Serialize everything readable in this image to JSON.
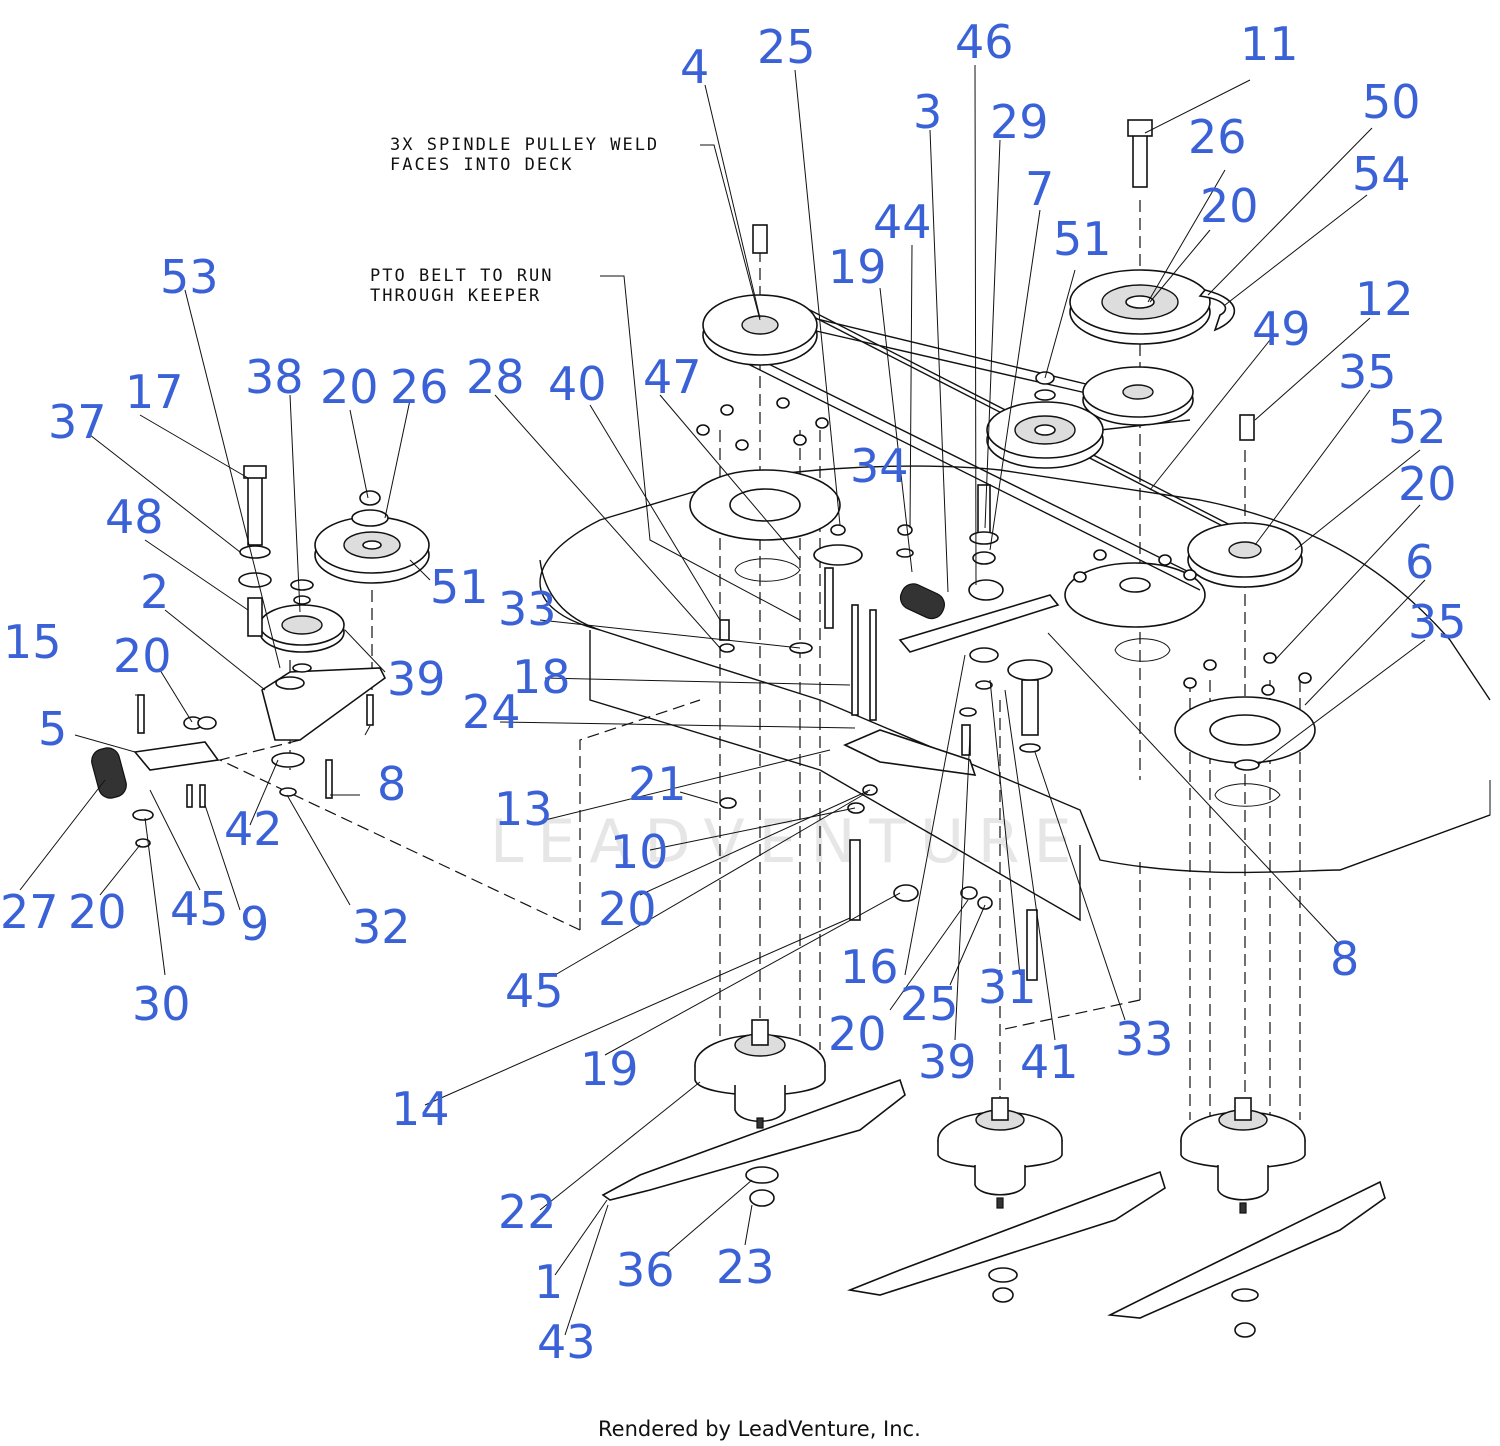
{
  "notes": {
    "spindle_line1": "3X SPINDLE PULLEY WELD",
    "spindle_line2": "FACES INTO DECK",
    "pto_line1": "PTO BELT TO RUN",
    "pto_line2": "THROUGH KEEPER"
  },
  "watermark": "LEADVENTURE",
  "footer": "Rendered by LeadVenture, Inc.",
  "colors": {
    "callout": "#3a62d6",
    "line": "#111111"
  },
  "callouts": [
    {
      "id": "c1",
      "label": "1"
    },
    {
      "id": "c2",
      "label": "2"
    },
    {
      "id": "c3",
      "label": "3"
    },
    {
      "id": "c4",
      "label": "4"
    },
    {
      "id": "c5",
      "label": "5"
    },
    {
      "id": "c6",
      "label": "6"
    },
    {
      "id": "c7",
      "label": "7"
    },
    {
      "id": "c8a",
      "label": "8"
    },
    {
      "id": "c8b",
      "label": "8"
    },
    {
      "id": "c9",
      "label": "9"
    },
    {
      "id": "c10",
      "label": "10"
    },
    {
      "id": "c11",
      "label": "11"
    },
    {
      "id": "c12",
      "label": "12"
    },
    {
      "id": "c13",
      "label": "13"
    },
    {
      "id": "c14",
      "label": "14"
    },
    {
      "id": "c15",
      "label": "15"
    },
    {
      "id": "c16",
      "label": "16"
    },
    {
      "id": "c17",
      "label": "17"
    },
    {
      "id": "c18",
      "label": "18"
    },
    {
      "id": "c19a",
      "label": "19"
    },
    {
      "id": "c19b",
      "label": "19"
    },
    {
      "id": "c20a",
      "label": "20"
    },
    {
      "id": "c20b",
      "label": "20"
    },
    {
      "id": "c20c",
      "label": "20"
    },
    {
      "id": "c20d",
      "label": "20"
    },
    {
      "id": "c20e",
      "label": "20"
    },
    {
      "id": "c20f",
      "label": "20"
    },
    {
      "id": "c20g",
      "label": "20"
    },
    {
      "id": "c21",
      "label": "21"
    },
    {
      "id": "c22",
      "label": "22"
    },
    {
      "id": "c23",
      "label": "23"
    },
    {
      "id": "c24",
      "label": "24"
    },
    {
      "id": "c25a",
      "label": "25"
    },
    {
      "id": "c25b",
      "label": "25"
    },
    {
      "id": "c26a",
      "label": "26"
    },
    {
      "id": "c26b",
      "label": "26"
    },
    {
      "id": "c27",
      "label": "27"
    },
    {
      "id": "c28",
      "label": "28"
    },
    {
      "id": "c29",
      "label": "29"
    },
    {
      "id": "c30",
      "label": "30"
    },
    {
      "id": "c31",
      "label": "31"
    },
    {
      "id": "c32",
      "label": "32"
    },
    {
      "id": "c33a",
      "label": "33"
    },
    {
      "id": "c33b",
      "label": "33"
    },
    {
      "id": "c34",
      "label": "34"
    },
    {
      "id": "c35a",
      "label": "35"
    },
    {
      "id": "c35b",
      "label": "35"
    },
    {
      "id": "c36",
      "label": "36"
    },
    {
      "id": "c37",
      "label": "37"
    },
    {
      "id": "c38",
      "label": "38"
    },
    {
      "id": "c39a",
      "label": "39"
    },
    {
      "id": "c39b",
      "label": "39"
    },
    {
      "id": "c40",
      "label": "40"
    },
    {
      "id": "c41",
      "label": "41"
    },
    {
      "id": "c42",
      "label": "42"
    },
    {
      "id": "c43",
      "label": "43"
    },
    {
      "id": "c44",
      "label": "44"
    },
    {
      "id": "c45a",
      "label": "45"
    },
    {
      "id": "c45b",
      "label": "45"
    },
    {
      "id": "c46",
      "label": "46"
    },
    {
      "id": "c47",
      "label": "47"
    },
    {
      "id": "c48",
      "label": "48"
    },
    {
      "id": "c49",
      "label": "49"
    },
    {
      "id": "c50",
      "label": "50"
    },
    {
      "id": "c51a",
      "label": "51"
    },
    {
      "id": "c51b",
      "label": "51"
    },
    {
      "id": "c52",
      "label": "52"
    },
    {
      "id": "c53",
      "label": "53"
    },
    {
      "id": "c54",
      "label": "54"
    }
  ]
}
